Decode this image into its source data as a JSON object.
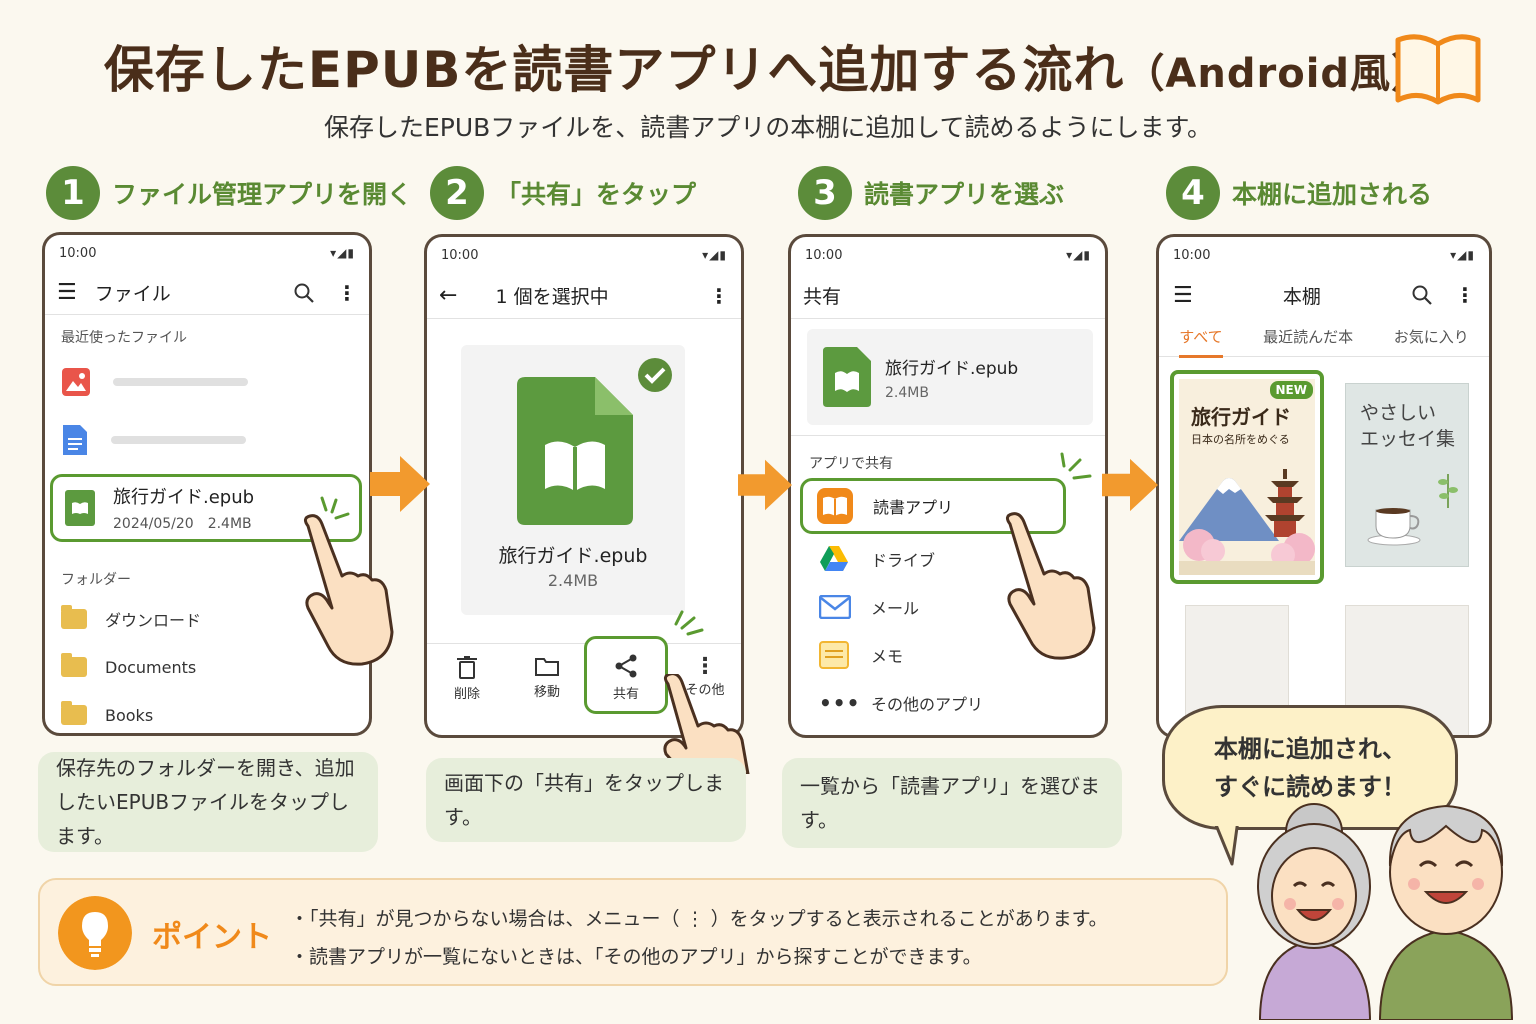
{
  "title": "保存したEPUBを読書アプリへ追加する流れ",
  "title_suffix": "（Android風）",
  "subtitle": "保存したEPUBファイルを、読書アプリの本棚に追加して読めるようにします。",
  "colors": {
    "accent_green": "#5c8c3a",
    "arrow_orange": "#f29a2e",
    "tip_orange": "#f0891a"
  },
  "steps": [
    {
      "num": "1",
      "label": "ファイル管理アプリを開く"
    },
    {
      "num": "2",
      "label": "「共有」をタップ"
    },
    {
      "num": "3",
      "label": "読書アプリを選ぶ"
    },
    {
      "num": "4",
      "label": "本棚に追加される"
    }
  ],
  "status_time": "10:00",
  "phone1": {
    "appbar_title": "ファイル",
    "recent_label": "最近使ったファイル",
    "file_name": "旅行ガイド.epub",
    "file_meta": "2024/05/20　2.4MB",
    "folder_label": "フォルダー",
    "folders": [
      "ダウンロード",
      "Documents",
      "Books"
    ]
  },
  "phone2": {
    "appbar_title": "1 個を選択中",
    "file_name": "旅行ガイド.epub",
    "file_size": "2.4MB",
    "actions": [
      "削除",
      "移動",
      "共有",
      "その他"
    ]
  },
  "phone3": {
    "appbar_title": "共有",
    "file_name": "旅行ガイド.epub",
    "file_size": "2.4MB",
    "share_label": "アプリで共有",
    "apps": [
      "読書アプリ",
      "ドライブ",
      "メール",
      "メモ",
      "その他のアプリ"
    ]
  },
  "phone4": {
    "appbar_title": "本棚",
    "tabs": [
      "すべて",
      "最近読んだ本",
      "お気に入り"
    ],
    "book1_title": "旅行ガイド",
    "book1_sub": "日本の名所をめぐる",
    "book1_badge": "NEW",
    "book2_title_1": "やさしい",
    "book2_title_2": "エッセイ集"
  },
  "descs": [
    {
      "line1": "保存先のフォルダーを開き、追加",
      "line2": "したいEPUBファイルをタップします。"
    },
    {
      "line1": "画面下の「共有」をタップします。"
    },
    {
      "line1": "一覧から「読書アプリ」を選びます。"
    }
  ],
  "tip": {
    "title": "ポイント",
    "lines": [
      "・「共有」が見つからない場合は、メニュー（ ⋮ ）をタップすると表示されることがあります。",
      "・読書アプリが一覧にないときは、「その他のアプリ」から探すことができます。"
    ]
  },
  "speech": {
    "line1": "本棚に追加され、",
    "line2": "すぐに読めます！"
  }
}
